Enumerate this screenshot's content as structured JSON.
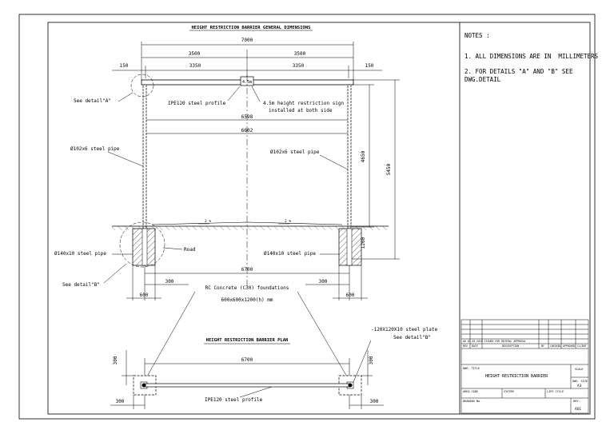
{
  "drawing": {
    "elevation_title": "HEIGHT RESTRICTION BARRIER GENERAL DIMENSIONS",
    "plan_title": "HEIGHT RESTRICTION BARRIER PLAN",
    "dims": {
      "overall": "7000",
      "half_left": "3500",
      "half_right": "3500",
      "inner_left": "3350",
      "inner_right": "3350",
      "end_left": "150",
      "end_right": "150",
      "clear_beam": "6598",
      "clear_posts": "6602",
      "height_top": "5450",
      "height_clear": "4650",
      "foundation_depth": "1200",
      "posts_span": "6700",
      "edge_left": "300",
      "edge_right": "300",
      "found_w_left": "600",
      "found_w_right": "600",
      "plan_span": "6700",
      "plan_left_h": "300",
      "plan_right_h": "300",
      "plan_left_w": "300",
      "plan_right_w": "300",
      "slope_left": "2 %",
      "slope_right": "2 %"
    },
    "labels": {
      "see_a": "See detail\"A\"",
      "ipe_profile": "IPE120 steel profile",
      "sign": "4.5m height restriction sign",
      "sign2": "installed at both side",
      "sign_box": "4.5m",
      "pipe_left": "Ø102x6 steel pipe",
      "pipe_right": "Ø102x6 steel pipe",
      "pipe140_left": "Ø140x10 steel pipe",
      "pipe140_right": "Ø140x10 steel pipe",
      "road": "Road",
      "see_b": "See detail\"B\"",
      "rc1": "RC Concrete (C30) foundations",
      "rc2": "600x600x1200(h) mm",
      "plate": "-120X120X10 steel plate",
      "see_b2": "See detail\"B\"",
      "plan_ipe": "IPE120 steel profile"
    }
  },
  "notes": {
    "title": "NOTES :",
    "items": [
      "1. ALL DIMENSIONS ARE IN  MILLIMETERS",
      "2. FOR DETAILS \"A\" AND \"B\" SEE\nDWG.DETAIL"
    ]
  },
  "title_block": {
    "rev_row": "A0   07.03.2019  ISSUED FOR REVIEW/ APPROVAL",
    "hdr_rev": "REV",
    "hdr_date": "DATE",
    "hdr_desc": "DESCRIPTION",
    "hdr_by": "BY",
    "hdr_checked": "CHECKED",
    "hdr_approved": "APPROVED",
    "hdr_client": "CLIENT",
    "dwg_title_label": "DWG. TITLE",
    "dwg_title": "HEIGHT  RESTRICTION BARRIER",
    "scale_label": "SCALE",
    "dwg_size_label": "DWG. SIZE",
    "dwg_size": "A3",
    "area_code": "AREA CODE",
    "system": "SYSTEM",
    "life_cycle": "LIFE CYCLE",
    "drawing_no": "DRAWING No.",
    "rev_label": "REV.",
    "rev_value": "AO1"
  }
}
